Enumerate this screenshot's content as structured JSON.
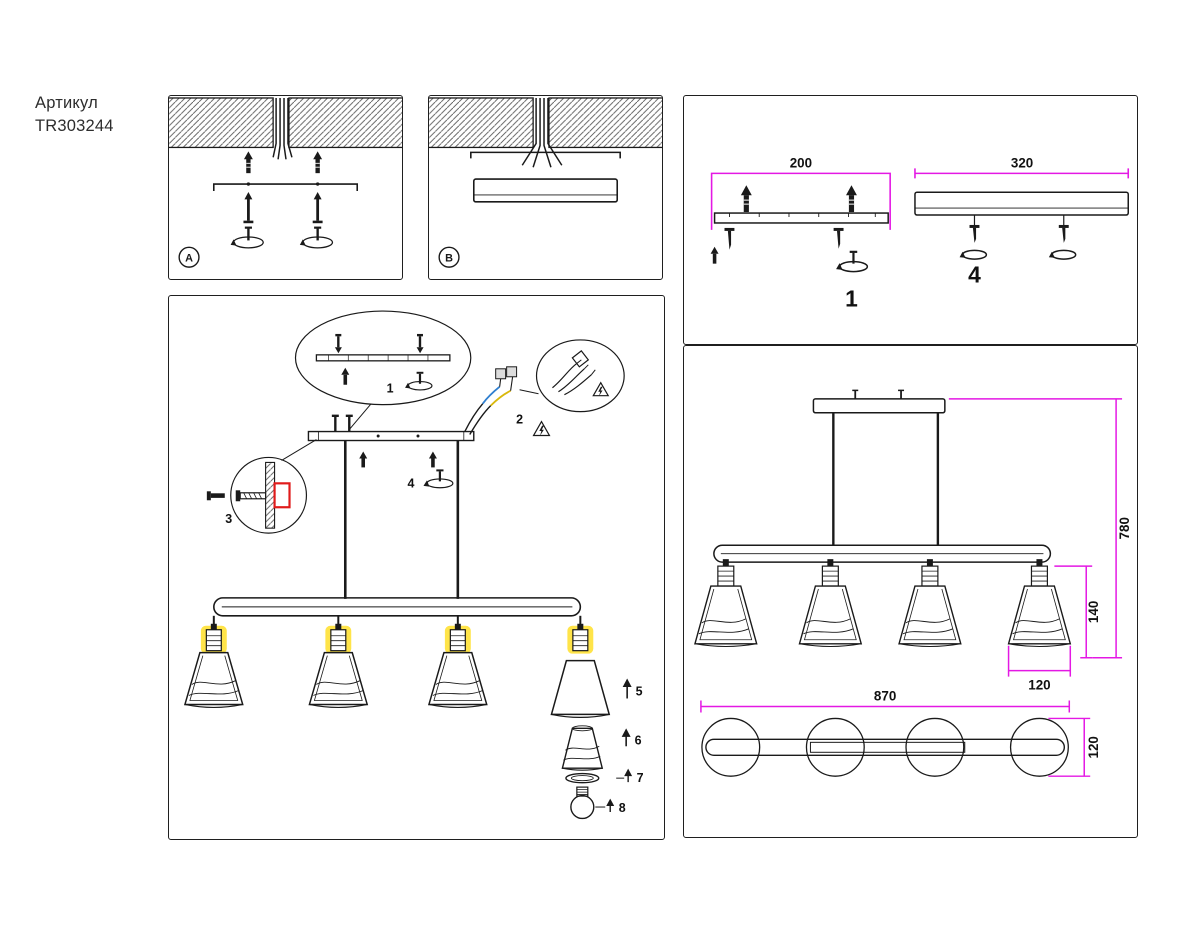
{
  "article": {
    "label": "Артикул",
    "code": "TR303244"
  },
  "step_panels": {
    "a_label": "A",
    "b_label": "B"
  },
  "assembly": {
    "balloon_part": "1",
    "wires_part": "2",
    "grub_screw_part": "3",
    "canopy_screw_part": "4",
    "shade_part": "5",
    "glass_part": "6",
    "ring_part": "7",
    "bulb_part": "8"
  },
  "parts_panel": {
    "bracket_width_mm": "200",
    "bracket_part": "1",
    "canopy_width_mm": "320",
    "canopy_part": "4"
  },
  "dimensions_panel": {
    "overall_height_mm": "780",
    "shade_height_mm": "140",
    "shade_diameter_mm": "120",
    "overall_width_mm": "870",
    "frame_depth_mm": "120"
  },
  "colors": {
    "dimension": "#e418e4",
    "highlight": "#e01b1b",
    "socket_glow": "#ffe449",
    "wire_blue": "#2f7fd0",
    "wire_yellow": "#d9b80c",
    "line": "#1a1a1a"
  }
}
